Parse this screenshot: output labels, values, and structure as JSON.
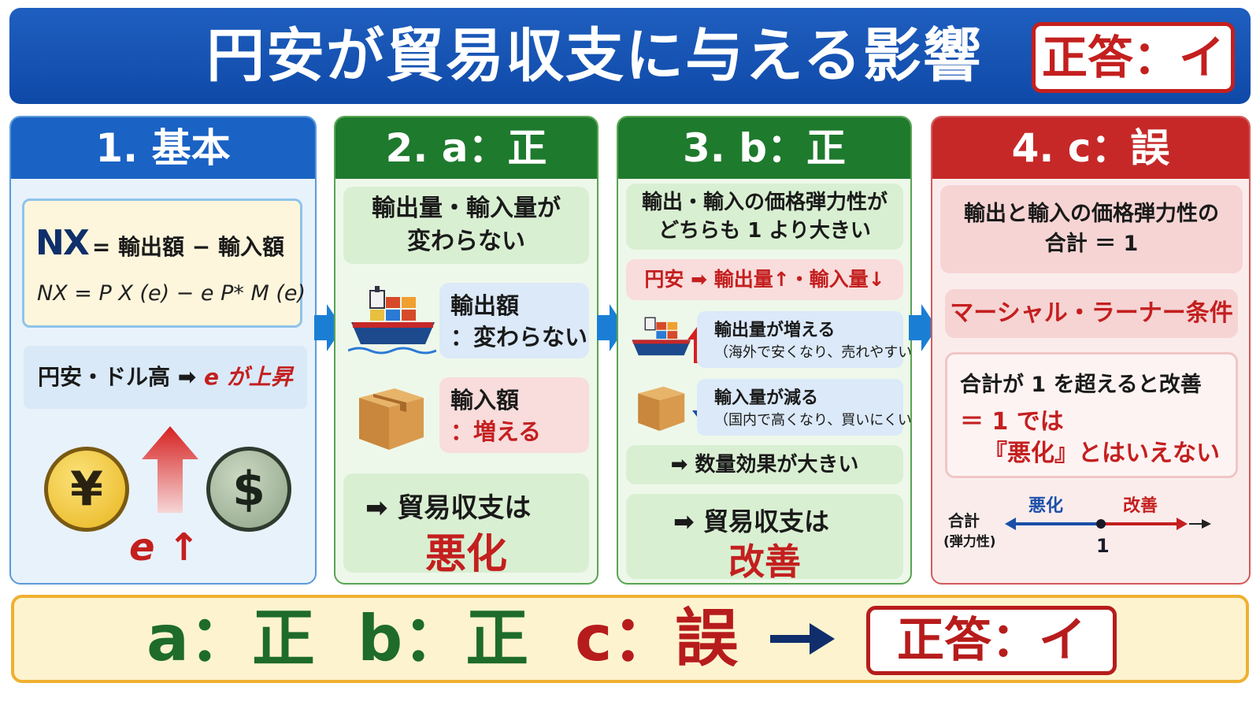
{
  "header": {
    "title": "円安が貿易収支に与える影響",
    "answer": "正答：イ"
  },
  "panel1": {
    "title": "1. 基本",
    "nx_symbol": "NX",
    "nx_definition": "= 輸出額 − 輸入額",
    "nx_formula": "NX = P X (e) − e P* M (e)",
    "yen_weak_prefix": "円安・ドル高 ➡ ",
    "yen_weak_highlight": "e が上昇",
    "yen_symbol": "¥",
    "dollar_symbol": "$",
    "e_up_label": "e ↑"
  },
  "panel2": {
    "title": "2. a：正",
    "premise_line1": "輸出量・輸入量が",
    "premise_line2": "変わらない",
    "export_line1": "輸出額",
    "export_line2": "：変わらない",
    "import_line1": "輸入額",
    "import_line2": "：増える",
    "result_line1": "➡ 貿易収支は",
    "result_line2": "悪化"
  },
  "panel3": {
    "title": "3. b：正",
    "premise_line1": "輸出・輸入の価格弾力性が",
    "premise_line2": "どちらも 1 より大きい",
    "yen_effect": "円安 ➡ 輸出量↑・輸入量↓",
    "export_main": "輸出量が増える",
    "export_sub": "（海外で安くなり、売れやすい）",
    "import_main": "輸入量が減る",
    "import_sub": "（国内で高くなり、買いにくい）",
    "quantity_effect": "➡ 数量効果が大きい",
    "result_line1": "➡ 貿易収支は",
    "result_line2": "改善"
  },
  "panel4": {
    "title": "4. c：誤",
    "premise_line1": "輸出と輸入の価格弾力性の",
    "premise_line2": "合計 ＝ 1",
    "marshall_lerner": "マーシャル・ラーナー条件",
    "note_line1": "合計が 1 を超えると改善",
    "note_line2": "＝ 1 では",
    "note_line3": "『悪化』とはいえない",
    "axis_label": "合計",
    "axis_sublabel": "(弾力性)",
    "axis_left": "悪化",
    "axis_right": "改善",
    "axis_point": "1"
  },
  "summary": {
    "a": "a：正",
    "b": "b：正",
    "c": "c：誤",
    "answer": "正答：イ"
  },
  "colors": {
    "header_blue": "#1a62c4",
    "correct_green": "#1e7a2d",
    "wrong_red": "#c62828",
    "summary_gold": "#f0b030"
  },
  "icons": [
    "yen-coin-icon",
    "dollar-coin-icon",
    "up-arrow-icon",
    "cargo-ship-icon",
    "cardboard-box-icon",
    "flow-arrow-icon"
  ]
}
